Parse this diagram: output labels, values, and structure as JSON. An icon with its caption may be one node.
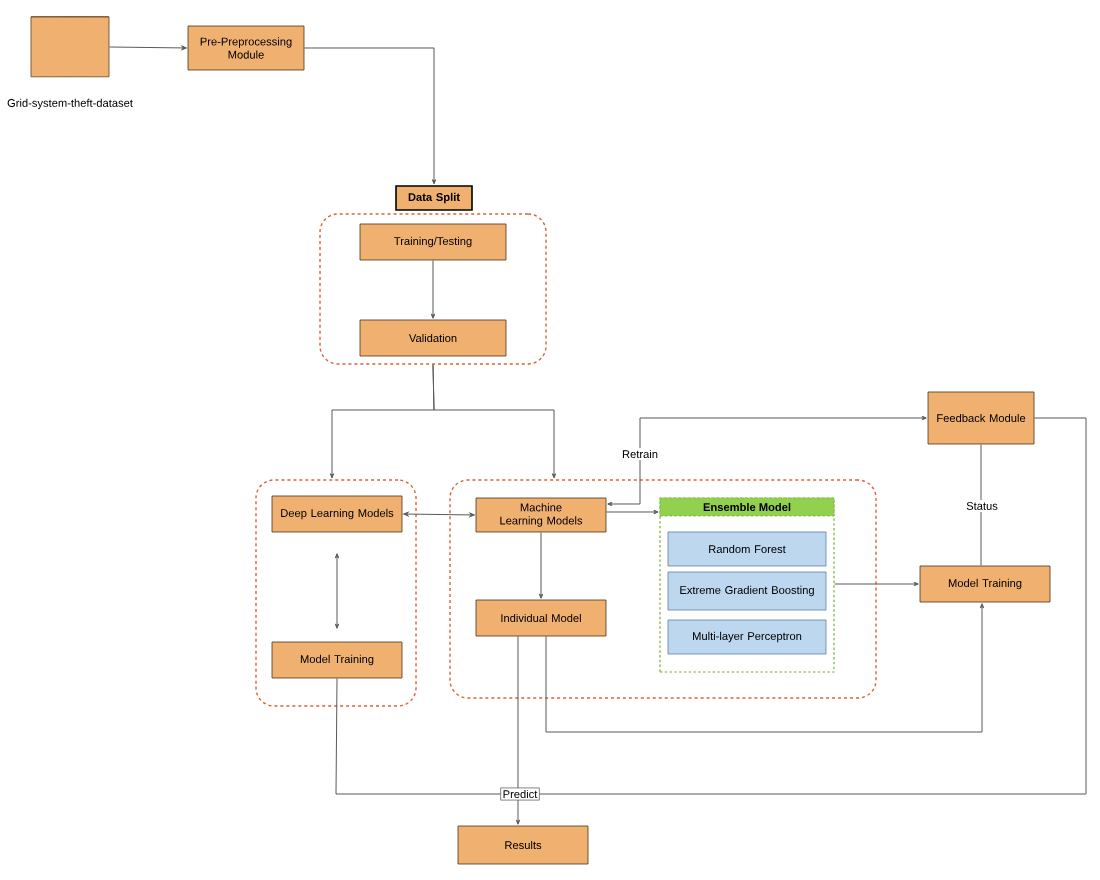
{
  "diagram": {
    "nodes": [
      {
        "text": [],
        "shape": "cylinder",
        "beside": [
          "Grid-system-theft-dataset"
        ]
      },
      {
        "text": [
          "Pre-Preprocessing Module"
        ]
      },
      {
        "text": [
          "Data Split"
        ]
      },
      {
        "text": [],
        "shape": "box"
      },
      {
        "text": [
          "Training/Testing"
        ],
        "in": 3
      },
      {
        "text": [
          "Validation"
        ],
        "in": 3
      },
      {
        "text": [],
        "shape": "box"
      },
      {
        "text": [
          "Deep Learning Models"
        ],
        "in": 6
      },
      {
        "text": [
          "Model Training"
        ],
        "in": 6
      },
      {
        "text": [],
        "shape": "box"
      },
      {
        "text": [
          "Machine Learning Models"
        ],
        "in": 9
      },
      {
        "text": [
          "Individual Model"
        ],
        "in": 9
      },
      {
        "text": [
          "Ensemble Model"
        ],
        "in": 9
      },
      {
        "text": [
          "Random Forest"
        ],
        "in": 12
      },
      {
        "text": [
          "Extreme Gradient Boosting"
        ],
        "in": 12
      },
      {
        "text": [
          "Multi-layer Perceptron"
        ],
        "in": 12
      },
      {
        "text": [
          "Feedback Module"
        ]
      },
      {
        "text": [
          "Model Training"
        ]
      },
      {
        "text": [
          "Results"
        ]
      }
    ],
    "edges": [
      {
        "from": 0,
        "to": 1,
        "arrow": "to"
      },
      {
        "from": 1,
        "to": 2,
        "arrow": "to"
      },
      {
        "from": 4,
        "to": 5,
        "arrow": "to"
      },
      {
        "from": 3,
        "to": 6,
        "arrow": "to"
      },
      {
        "from": 3,
        "to": 9,
        "arrow": "to"
      },
      {
        "from": 7,
        "to": 10,
        "arrow": "both"
      },
      {
        "from": 7,
        "to": 8,
        "arrow": "both"
      },
      {
        "from": 10,
        "to": 11,
        "arrow": "to"
      },
      {
        "from": 10,
        "to": 12,
        "arrow": "to"
      },
      {
        "from": 16,
        "to": 10,
        "arrow": "both",
        "label": "Retrain"
      },
      {
        "from": 12,
        "to": 17,
        "arrow": "to"
      },
      {
        "from": 17,
        "to": 16,
        "arrow": "none",
        "label": "Status"
      },
      {
        "from": 11,
        "to": 17,
        "arrow": "to"
      },
      {
        "from": 11,
        "to": 18,
        "arrow": "to",
        "label": "Predict"
      },
      {
        "from": 8,
        "to": 16,
        "arrow": "none"
      }
    ]
  }
}
